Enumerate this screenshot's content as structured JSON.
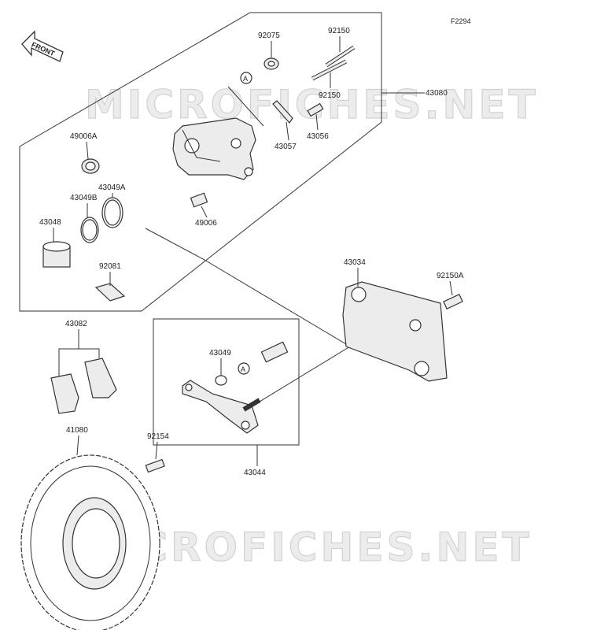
{
  "figure_code": "F2294",
  "front_label": "FRONT",
  "watermark": "MICROFICHES.NET",
  "ref_marker": "A",
  "parts": {
    "p92075": "92075",
    "p92150_top": "92150",
    "p92150_mid": "92150",
    "p43080": "43080",
    "p43057": "43057",
    "p43056": "43056",
    "p49006A": "49006A",
    "p43049A": "43049A",
    "p43049B": "43049B",
    "p43048": "43048",
    "p49006": "49006",
    "p92081": "92081",
    "p43034": "43034",
    "p92150A": "92150A",
    "p43082": "43082",
    "p43049": "43049",
    "p41080": "41080",
    "p92154": "92154",
    "p43044": "43044"
  }
}
